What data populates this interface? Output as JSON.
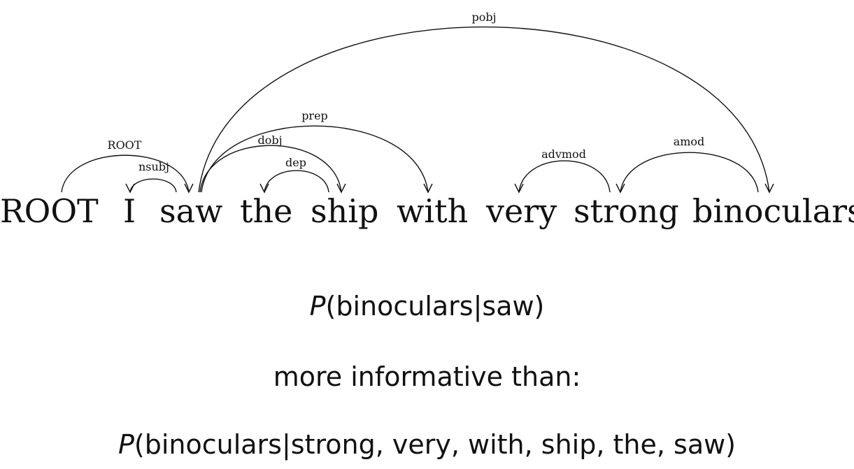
{
  "words": [
    "ROOT",
    "I",
    "saw",
    "the",
    "ship",
    "with",
    "very",
    "strong",
    "binoculars"
  ],
  "arcs": [
    {
      "label": "ROOT",
      "from": "ROOT",
      "to": "saw"
    },
    {
      "label": "nsubj",
      "from": "saw",
      "to": "I"
    },
    {
      "label": "dobj",
      "from": "saw",
      "to": "ship"
    },
    {
      "label": "dep",
      "from": "ship",
      "to": "the"
    },
    {
      "label": "prep",
      "from": "saw",
      "to": "with"
    },
    {
      "label": "pobj",
      "from": "saw",
      "to": "binoculars"
    },
    {
      "label": "advmod",
      "from": "strong",
      "to": "very"
    },
    {
      "label": "amod",
      "from": "binoculars",
      "to": "strong"
    }
  ],
  "formulas": {
    "f1": {
      "p": "P",
      "body": "(binoculars|saw)"
    },
    "f2": {
      "text": "more informative than:"
    },
    "f3": {
      "p": "P",
      "body": "(binoculars|strong, very, with, ship, the, saw)"
    }
  }
}
